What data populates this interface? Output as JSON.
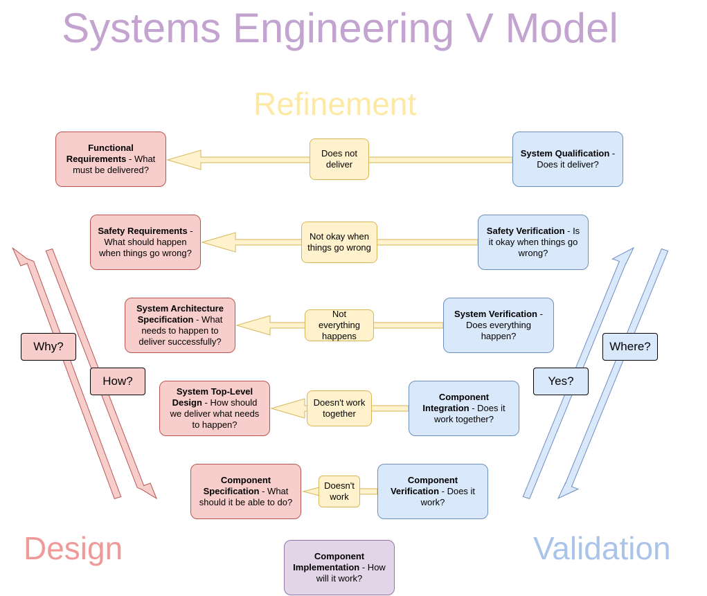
{
  "title": "Systems Engineering V Model",
  "labels": {
    "refinement": "Refinement",
    "design": "Design",
    "validation": "Validation"
  },
  "side_tags": {
    "why": "Why?",
    "how": "How?",
    "yes": "Yes?",
    "where": "Where?"
  },
  "design_boxes": [
    {
      "bold": "Functional Requirements",
      "text": " - What must be delivered?"
    },
    {
      "bold": "Safety Requirements",
      "text": " - What should happen when things go wrong?"
    },
    {
      "bold": "System Architecture Specification",
      "text": " - What needs to happen to deliver successfully?"
    },
    {
      "bold": "System Top-Level Design",
      "text": " - How should we deliver what needs to happen?"
    },
    {
      "bold": "Component Specification",
      "text": " - What should it be able to do?"
    }
  ],
  "validation_boxes": [
    {
      "bold": "System Qualification",
      "text": " - Does it deliver?"
    },
    {
      "bold": "Safety Verification",
      "text": " - Is it okay when things go wrong?"
    },
    {
      "bold": "System Verification",
      "text": " - Does everything happen?"
    },
    {
      "bold": "Component Integration",
      "text": " - Does it work together?"
    },
    {
      "bold": "Component Verification",
      "text": " - Does it work?"
    }
  ],
  "refinement_boxes": [
    "Does not deliver",
    "Not okay when things go wrong",
    "Not everything happens",
    "Doesn't work together",
    "Doesn't work"
  ],
  "implementation": {
    "bold": "Component Implementation",
    "text": " - How will it work?"
  },
  "colors": {
    "title": "#c3a3cf",
    "refinement": "#fde9a3",
    "design": "#ef9a98",
    "validation": "#a9c4e8",
    "red_fill": "#f8cecc",
    "red_stroke": "#b85450",
    "blue_fill": "#dae8fc",
    "blue_stroke": "#6c8ebf",
    "yellow_fill": "#fff2cc",
    "yellow_stroke": "#d6b656",
    "purple_fill": "#e1d5e7",
    "purple_stroke": "#9673a6"
  }
}
